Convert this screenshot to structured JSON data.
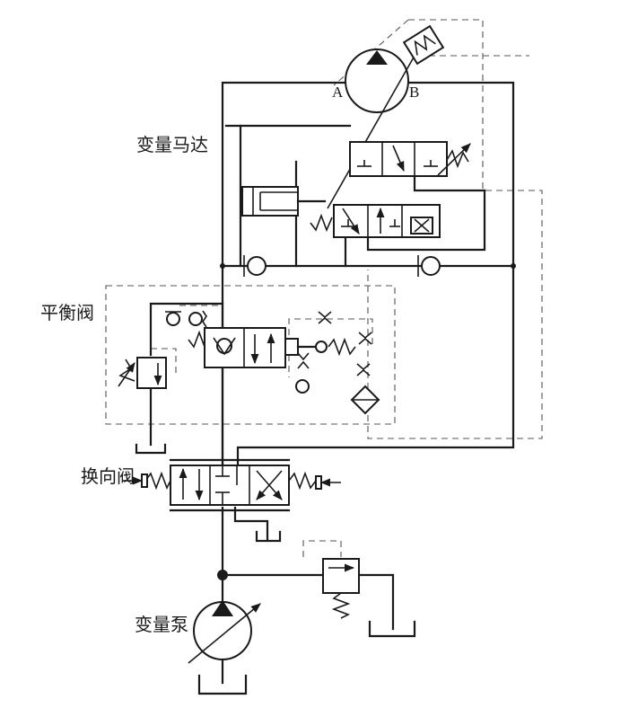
{
  "labels": {
    "variable_motor": "变量马达",
    "balance_valve": "平衡阀",
    "reversing_valve": "换向阀",
    "variable_pump": "变量泵",
    "port_a": "A",
    "port_b": "B"
  },
  "colors": {
    "line": "#1a1a1a",
    "pilot_line": "#555555",
    "background": "#ffffff"
  }
}
